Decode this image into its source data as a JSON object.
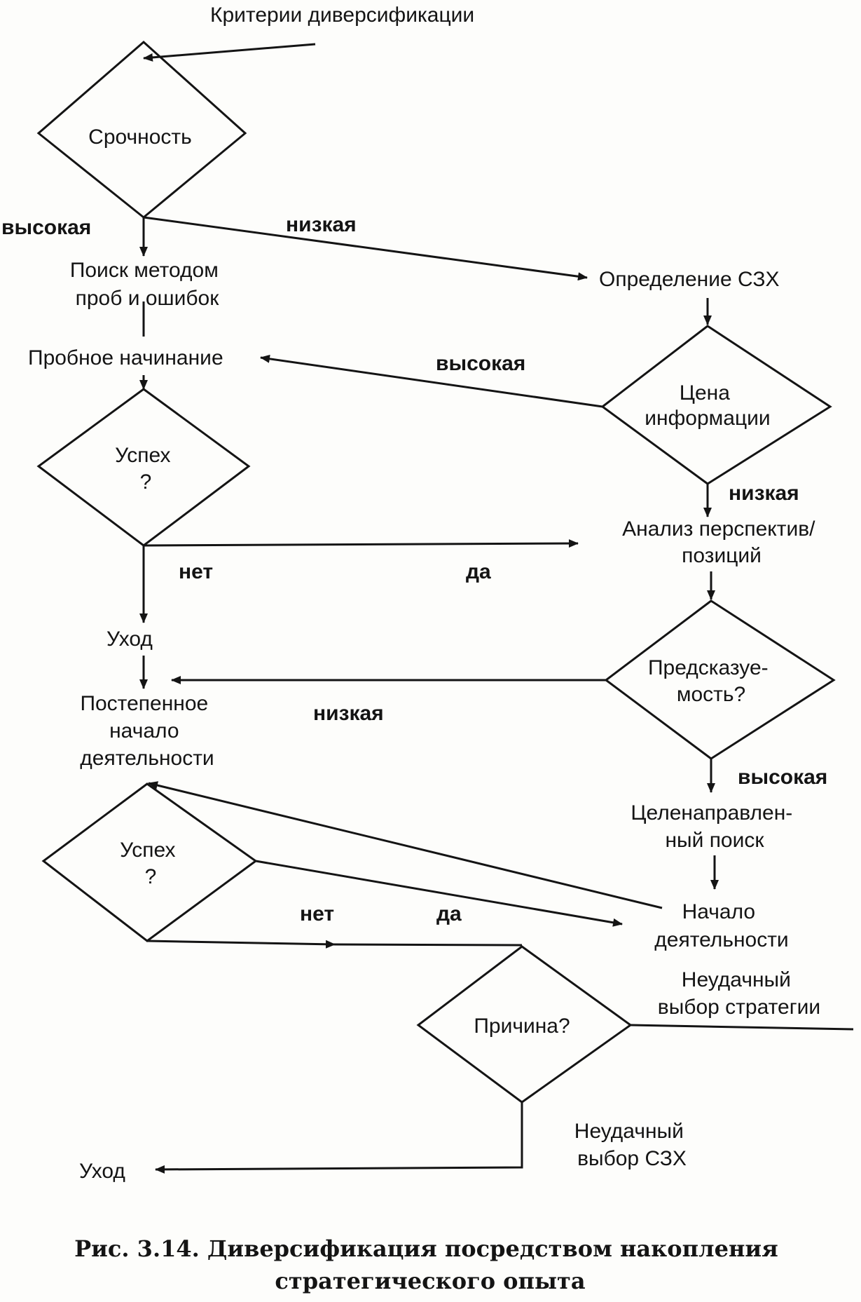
{
  "diagram": {
    "nodes": {
      "criteria": "Критерии диверсификации",
      "urgency": "Срочность",
      "trial_search": [
        "Поиск методом",
        "проб и ошибок"
      ],
      "trial_start": "Пробное начинание",
      "success1": [
        "Успех",
        "?"
      ],
      "exit1": "Уход",
      "gradual_start": [
        "Постепенное",
        "начало",
        "деятельности"
      ],
      "success2": [
        "Успех",
        "?"
      ],
      "szh_definition": "Определение СЗХ",
      "info_price": [
        "Цена",
        "информации"
      ],
      "prospects_analysis": [
        "Анализ перспектив/",
        "позиций"
      ],
      "predictability": [
        "Предсказуе-",
        "мость?"
      ],
      "targeted_search": [
        "Целенаправлен-",
        "ный поиск"
      ],
      "activity_start": [
        "Начало",
        "деятельности"
      ],
      "cause": "Причина?",
      "bad_strategy": [
        "Неудачный",
        "выбор стратегии"
      ],
      "bad_szh": [
        "Неудачный",
        "выбор СЗХ"
      ],
      "exit2": "Уход"
    },
    "edge_labels": {
      "urgency_high": "высокая",
      "urgency_low": "низкая",
      "price_high": "высокая",
      "price_low": "низкая",
      "success1_no": "нет",
      "success1_yes": "да",
      "predict_low": "низкая",
      "predict_high": "высокая",
      "success2_no": "нет",
      "success2_yes": "да"
    }
  },
  "caption": [
    "Рис. 3.14. Диверсификация посредством накопления",
    "стратегического опыта"
  ]
}
